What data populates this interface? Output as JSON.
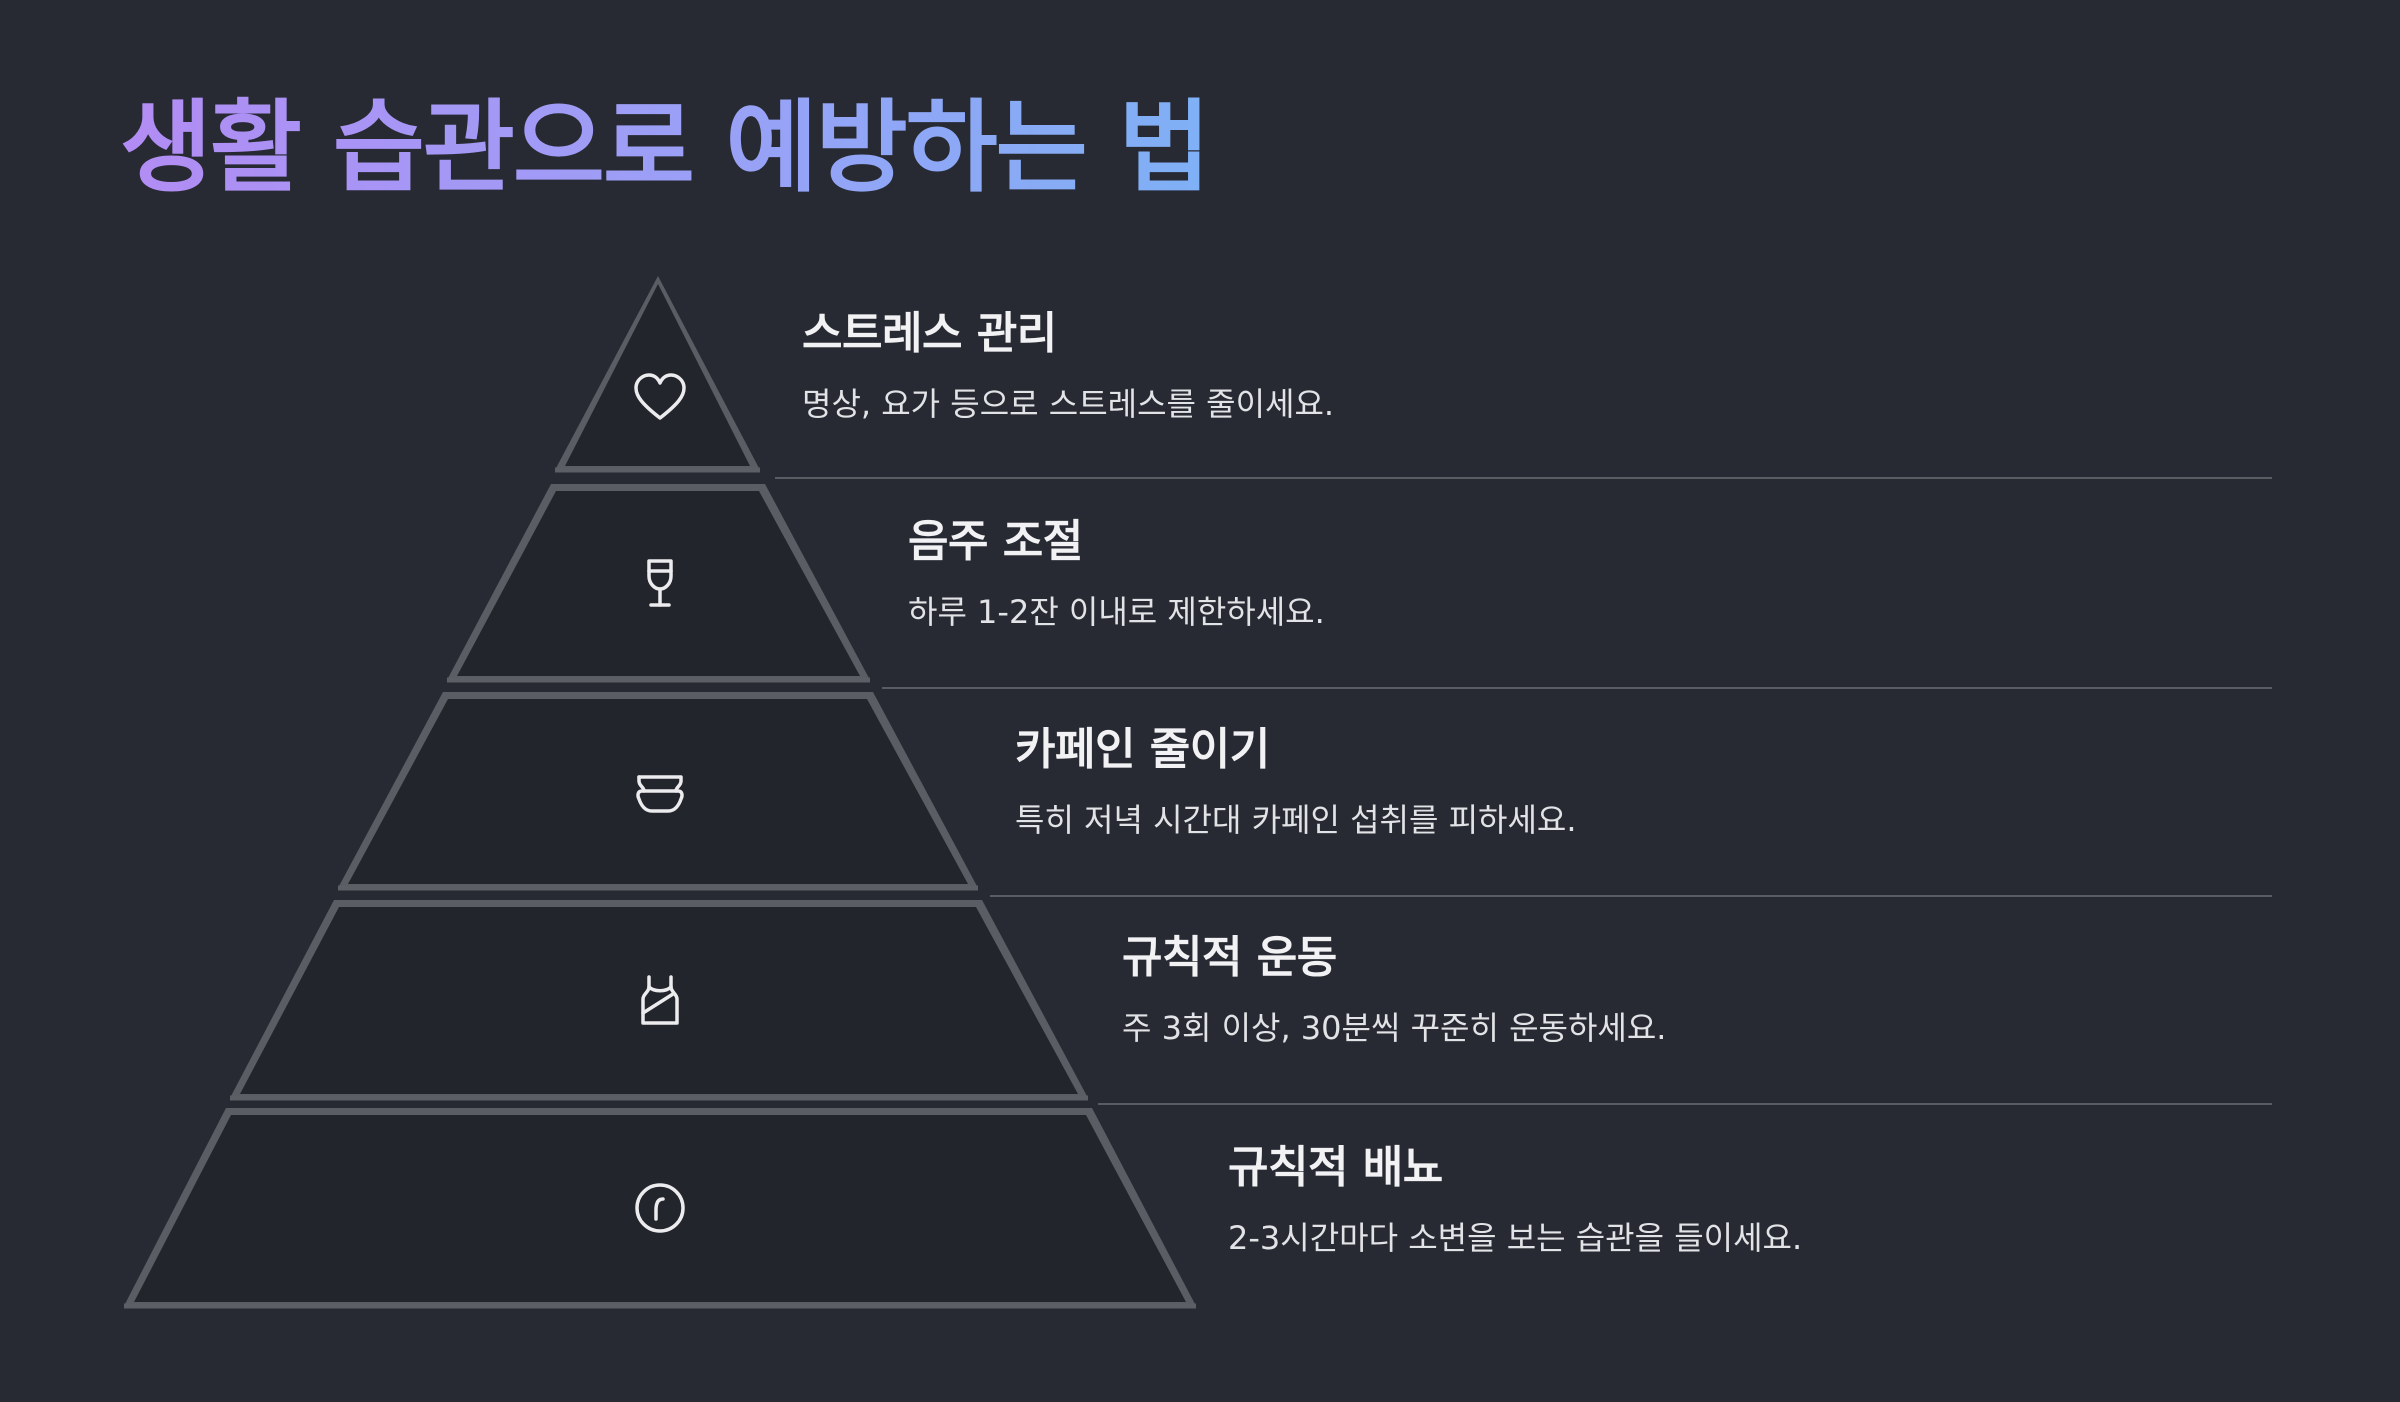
{
  "title": "생활 습관으로 예방하는 법",
  "colors": {
    "background": "#272a32",
    "title_gradient_start": "#b28cf4",
    "title_gradient_end": "#7fb0f5",
    "tier_fill": "#22252c",
    "text": "#ececef"
  },
  "tiers": [
    {
      "heading": "스트레스 관리",
      "description": "명상, 요가 등으로 스트레스를 줄이세요.",
      "icon": "heart-icon"
    },
    {
      "heading": "음주 조절",
      "description": "하루 1-2잔 이내로 제한하세요.",
      "icon": "wine-glass-icon"
    },
    {
      "heading": "카페인 줄이기",
      "description": "특히 저녁 시간대 카페인 섭취를 피하세요.",
      "icon": "cup-icon"
    },
    {
      "heading": "규칙적 운동",
      "description": "주 3회 이상, 30분씩 꾸준히 운동하세요.",
      "icon": "tank-top-icon"
    },
    {
      "heading": "규칙적 배뇨",
      "description": "2-3시간마다 소변을 보는 습관을 들이세요.",
      "icon": "clock-icon"
    }
  ]
}
